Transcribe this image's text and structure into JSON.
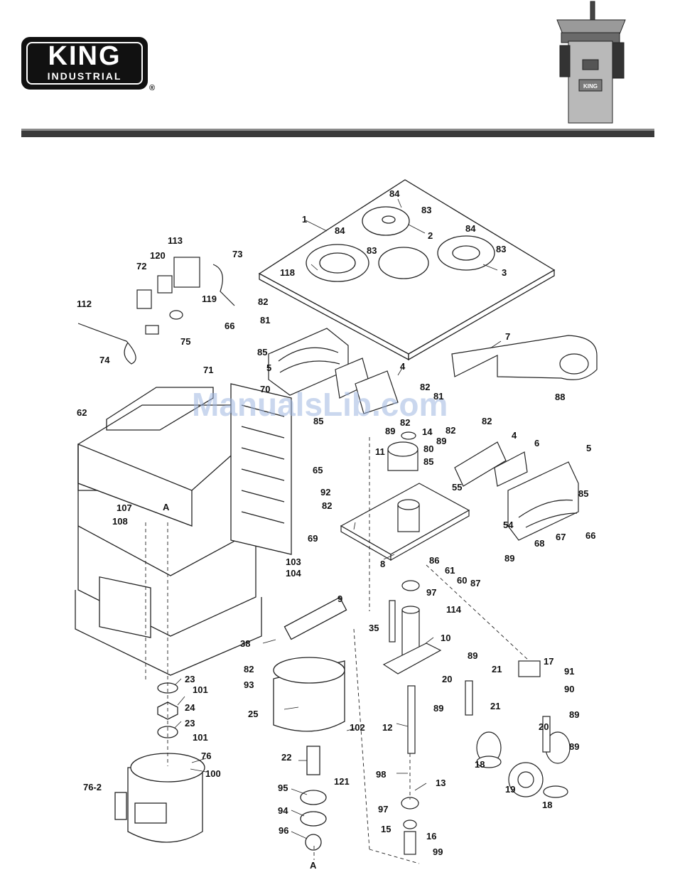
{
  "brand": {
    "name": "KING",
    "sub": "INDUSTRIAL",
    "mark": "®",
    "badge": "KING"
  },
  "machine_badge": "KING",
  "watermark": "ManualsLib.com",
  "section_marker": "A",
  "parts": [
    "1",
    "2",
    "3",
    "4",
    "5",
    "6",
    "7",
    "8",
    "9",
    "10",
    "11",
    "12",
    "13",
    "14",
    "15",
    "16",
    "17",
    "18",
    "19",
    "20",
    "21",
    "22",
    "23",
    "24",
    "25",
    "35",
    "38",
    "54",
    "55",
    "60",
    "61",
    "62",
    "65",
    "66",
    "67",
    "68",
    "69",
    "70",
    "71",
    "72",
    "73",
    "74",
    "75",
    "76",
    "76-2",
    "80",
    "81",
    "82",
    "83",
    "84",
    "85",
    "86",
    "87",
    "88",
    "89",
    "90",
    "91",
    "92",
    "93",
    "94",
    "95",
    "96",
    "97",
    "98",
    "99",
    "100",
    "101",
    "102",
    "103",
    "104",
    "107",
    "108",
    "112",
    "113",
    "114",
    "118",
    "119",
    "120",
    "121"
  ]
}
